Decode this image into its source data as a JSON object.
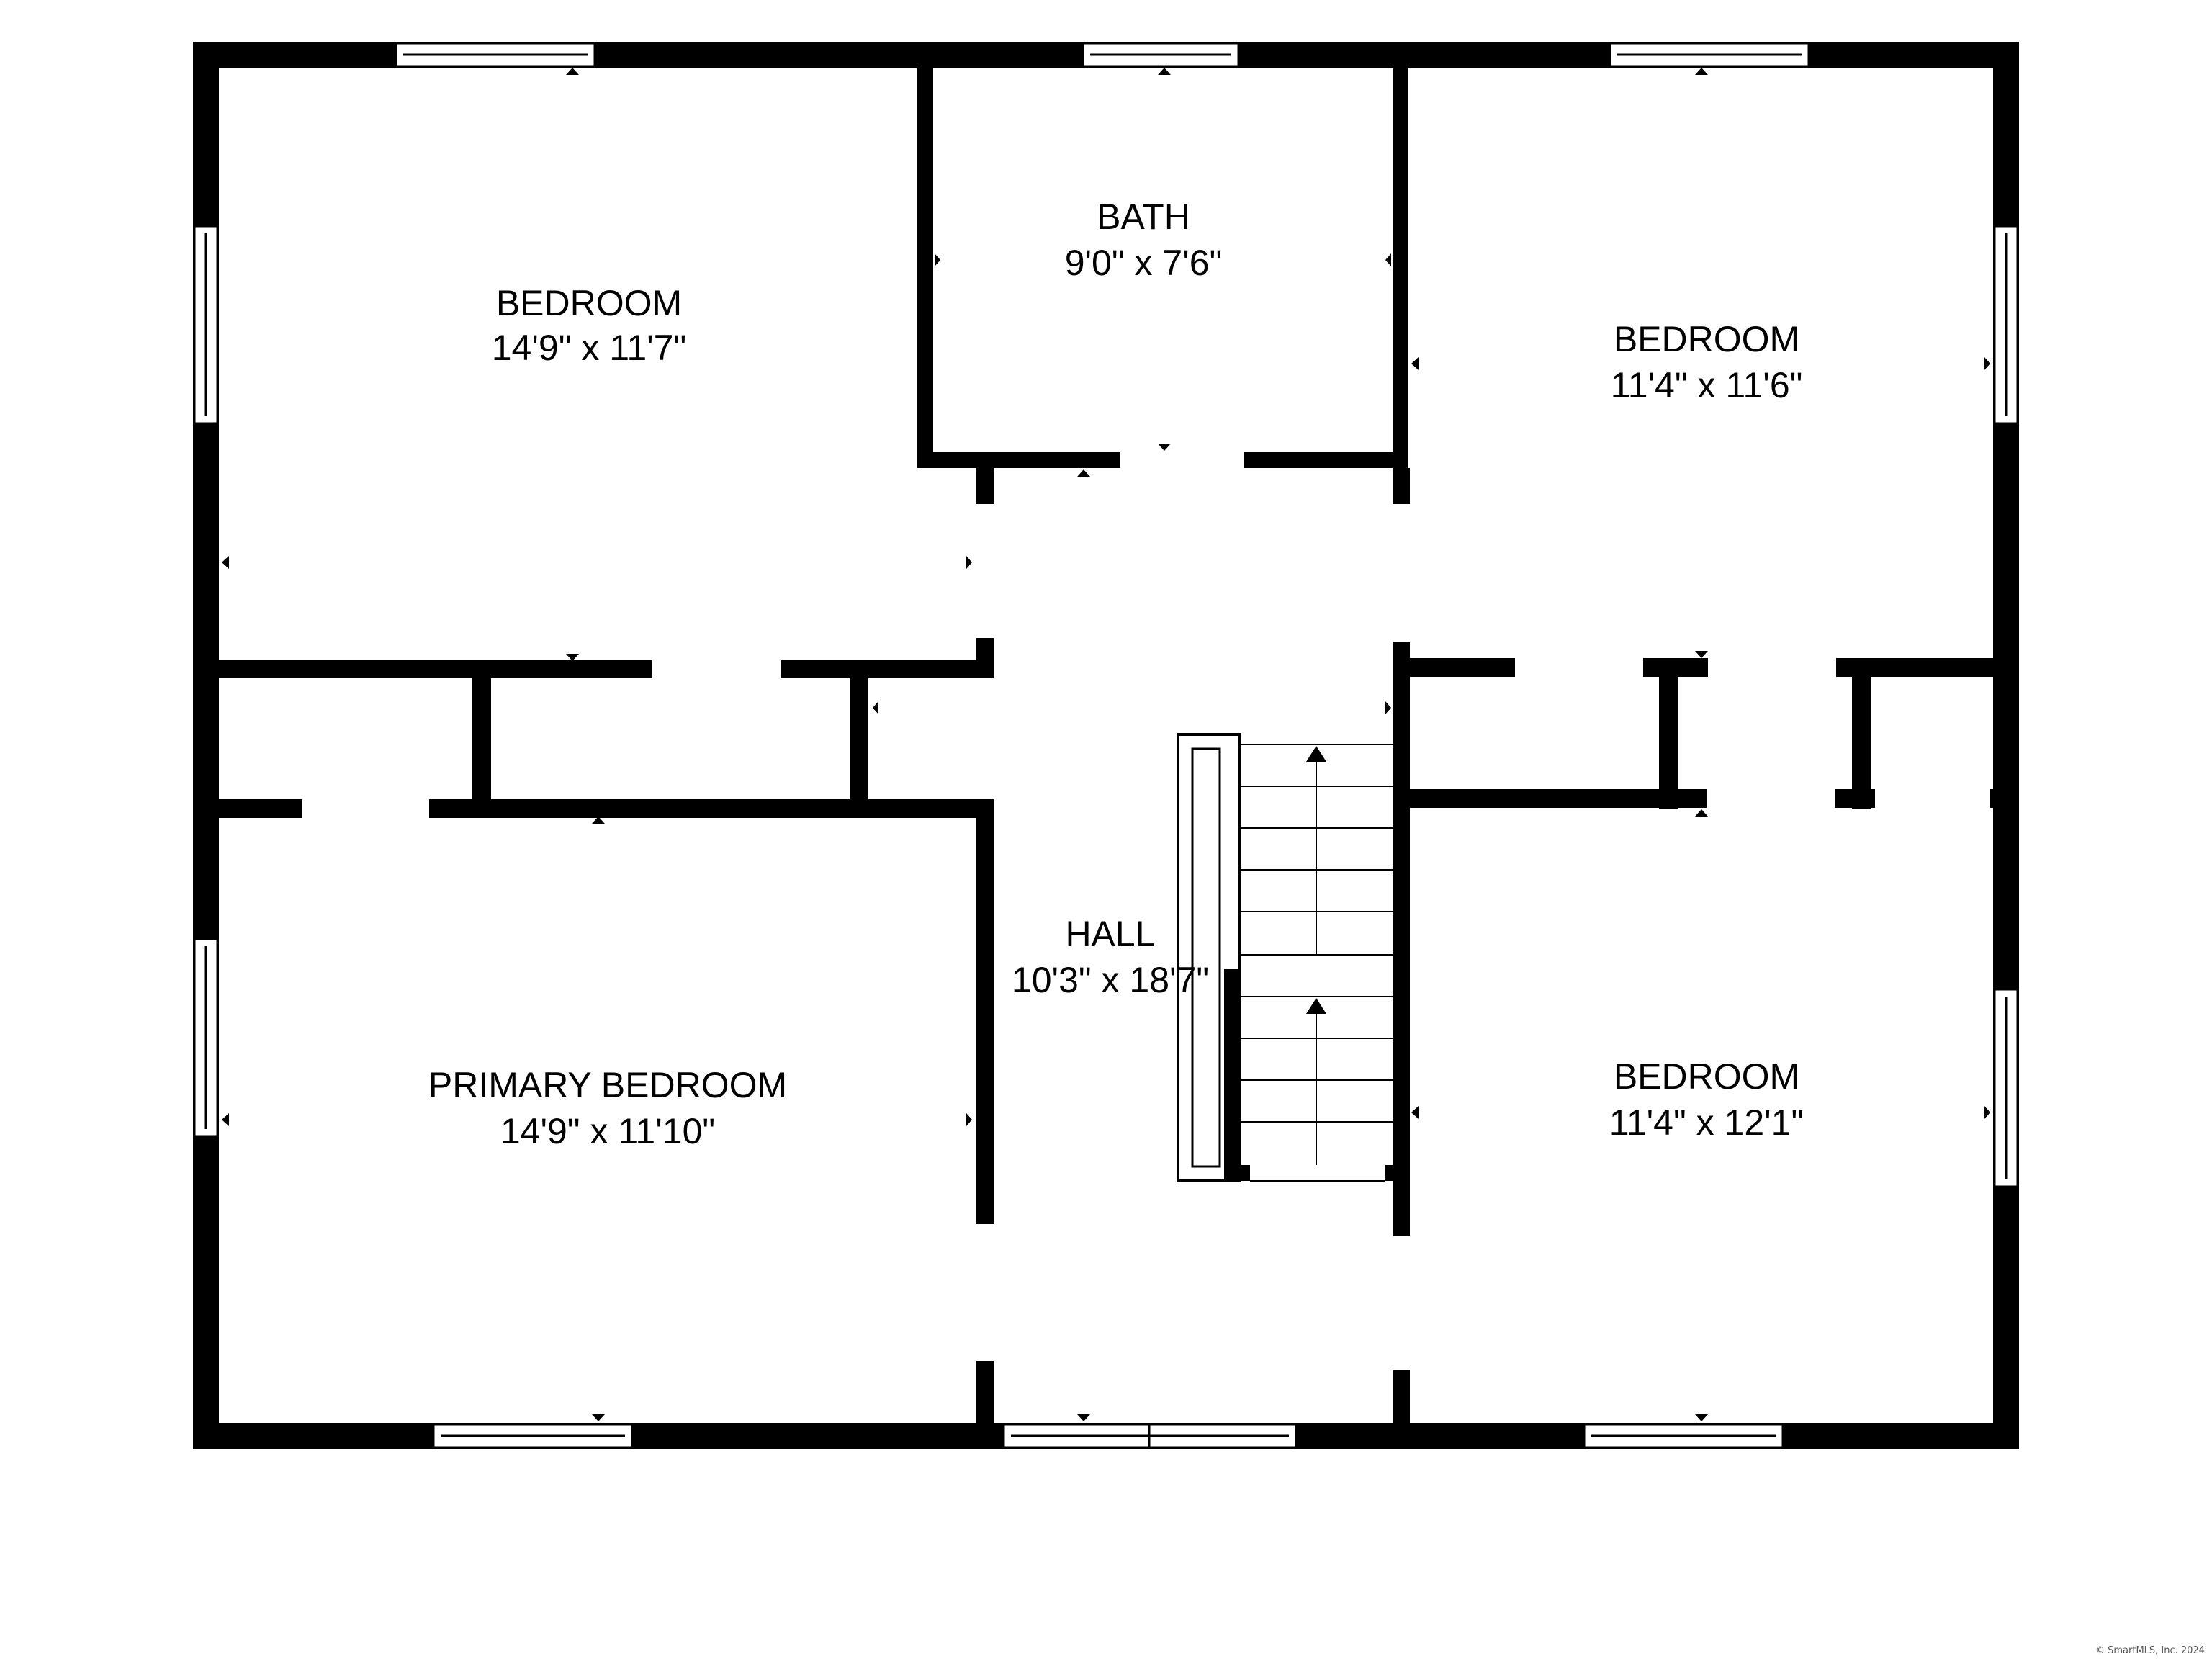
{
  "rooms": {
    "bedroom_nw": {
      "name": "BEDROOM",
      "dims": "14'9\" x 11'7\""
    },
    "bath": {
      "name": "BATH",
      "dims": "9'0\" x 7'6\""
    },
    "bedroom_ne": {
      "name": "BEDROOM",
      "dims": "11'4\" x 11'6\""
    },
    "hall": {
      "name": "HALL",
      "dims": "10'3\" x 18'7\""
    },
    "primary_bedroom": {
      "name": "PRIMARY BEDROOM",
      "dims": "14'9\" x 11'10\""
    },
    "bedroom_se": {
      "name": "BEDROOM",
      "dims": "11'4\" x 12'1\""
    }
  },
  "copyright": "© SmartMLS, Inc. 2024",
  "colors": {
    "wall": "#000000",
    "background": "#ffffff",
    "window_frame": "#000000"
  }
}
